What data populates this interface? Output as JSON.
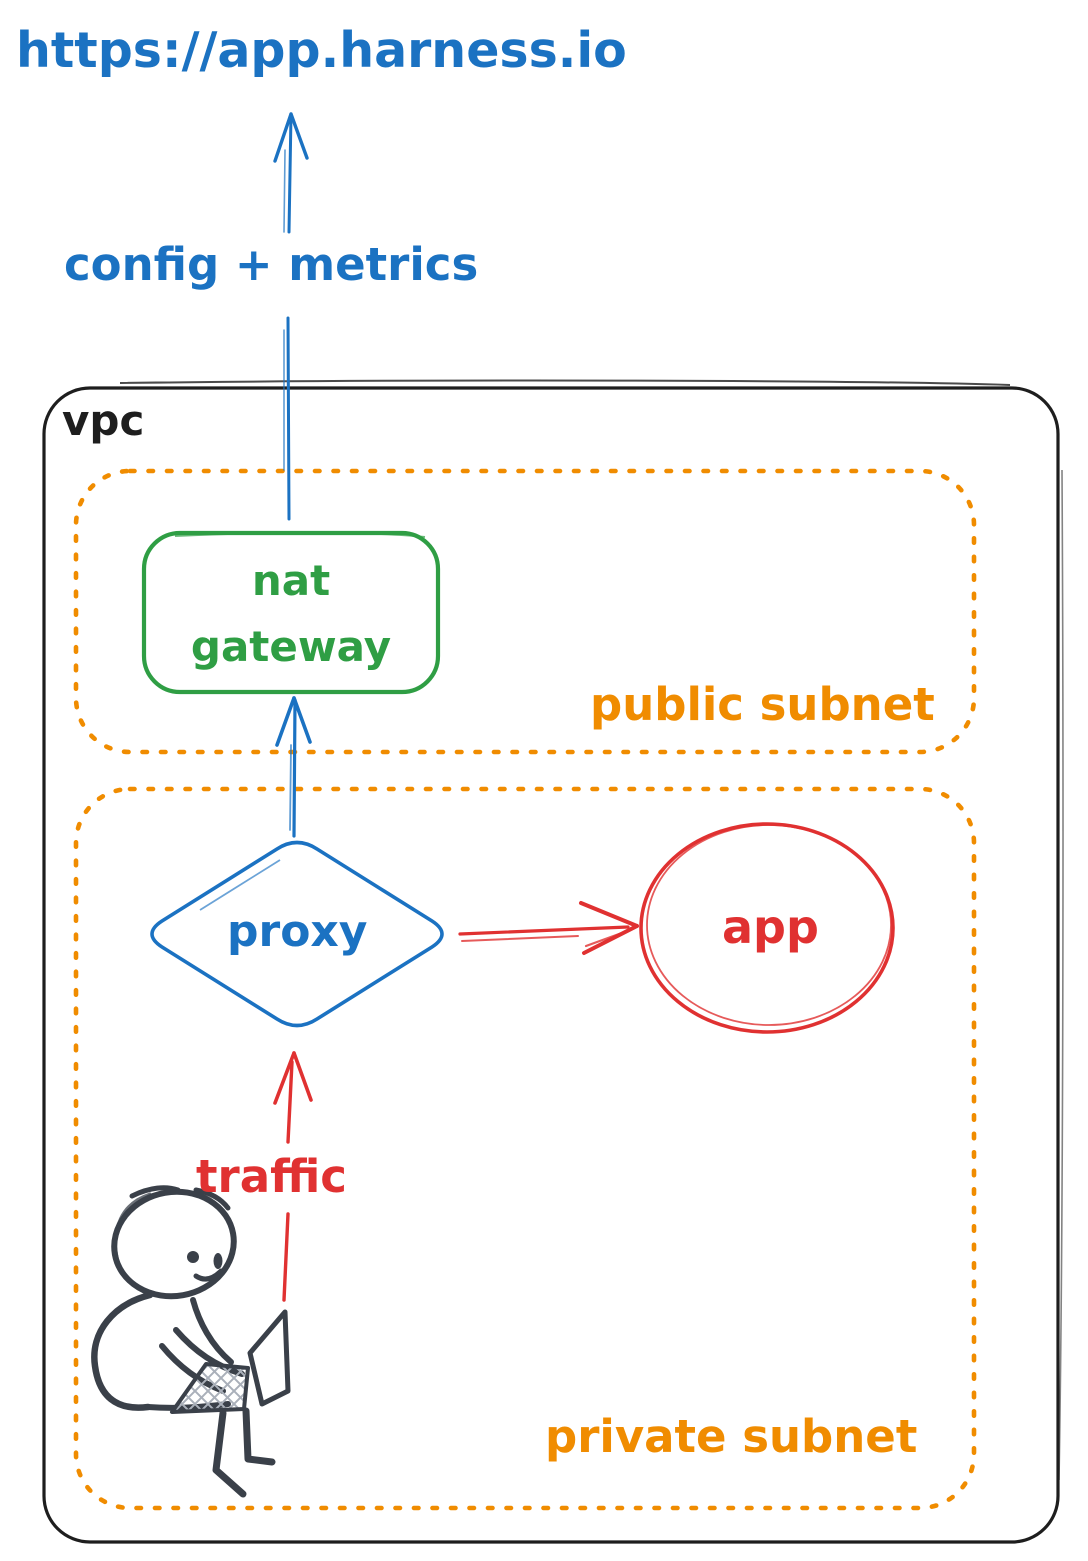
{
  "diagram": {
    "external_url": "https://app.harness.io",
    "config_metrics_label": "config + metrics",
    "vpc_label": "vpc",
    "public_subnet": {
      "label": "public subnet"
    },
    "nat_gateway": {
      "line1": "nat",
      "line2": "gateway"
    },
    "private_subnet": {
      "label": "private subnet"
    },
    "proxy_label": "proxy",
    "app_label": "app",
    "traffic_label": "traffic",
    "colors": {
      "blue": "#1b72c2",
      "green": "#2f9e44",
      "orange": "#f08c00",
      "red": "#e03131",
      "ink": "#1e1e1e",
      "person": "#3a4049"
    }
  }
}
